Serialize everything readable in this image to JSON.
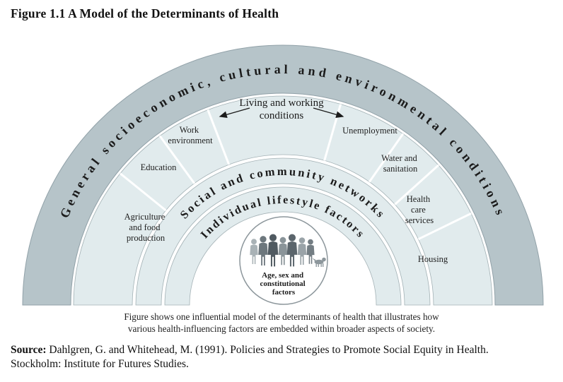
{
  "title": "Figure 1.1 A Model of the Determinants of Health",
  "diagram": {
    "arcs": {
      "outer": "General socioeconomic, cultural and environmental conditions",
      "social": "Social and community networks",
      "lifestyle": "Individual lifestyle factors"
    },
    "living_working": {
      "line1": "Living and working",
      "line2": "conditions"
    },
    "segments": [
      {
        "id": "agriculture",
        "lines": [
          "Agriculture",
          "and food",
          "production"
        ]
      },
      {
        "id": "education",
        "lines": [
          "Education"
        ]
      },
      {
        "id": "work-environment",
        "lines": [
          "Work",
          "environment"
        ]
      },
      {
        "id": "unemployment",
        "lines": [
          "Unemployment"
        ]
      },
      {
        "id": "water-sanitation",
        "lines": [
          "Water and",
          "sanitation"
        ]
      },
      {
        "id": "health-care-services",
        "lines": [
          "Health",
          "care",
          "services"
        ]
      },
      {
        "id": "housing",
        "lines": [
          "Housing"
        ]
      }
    ],
    "center": {
      "lines": [
        "Age, sex and",
        "constitutional",
        "factors"
      ]
    },
    "colors": {
      "outer_band": "#b6c4c9",
      "inner_band": "#e1ebed",
      "circle_stroke": "#8d979c",
      "text": "#1b1b1b"
    }
  },
  "caption": {
    "line1": "Figure shows one influential model of the determinants of health that illustrates how",
    "line2": "various health-influencing factors are embedded within broader aspects of society."
  },
  "source": {
    "label": "Source:",
    "line1": " Dahlgren, G. and Whitehead, M. (1991). Policies and Strategies to Promote Social Equity in Health.",
    "line2": "Stockholm: Institute for Futures Studies."
  }
}
